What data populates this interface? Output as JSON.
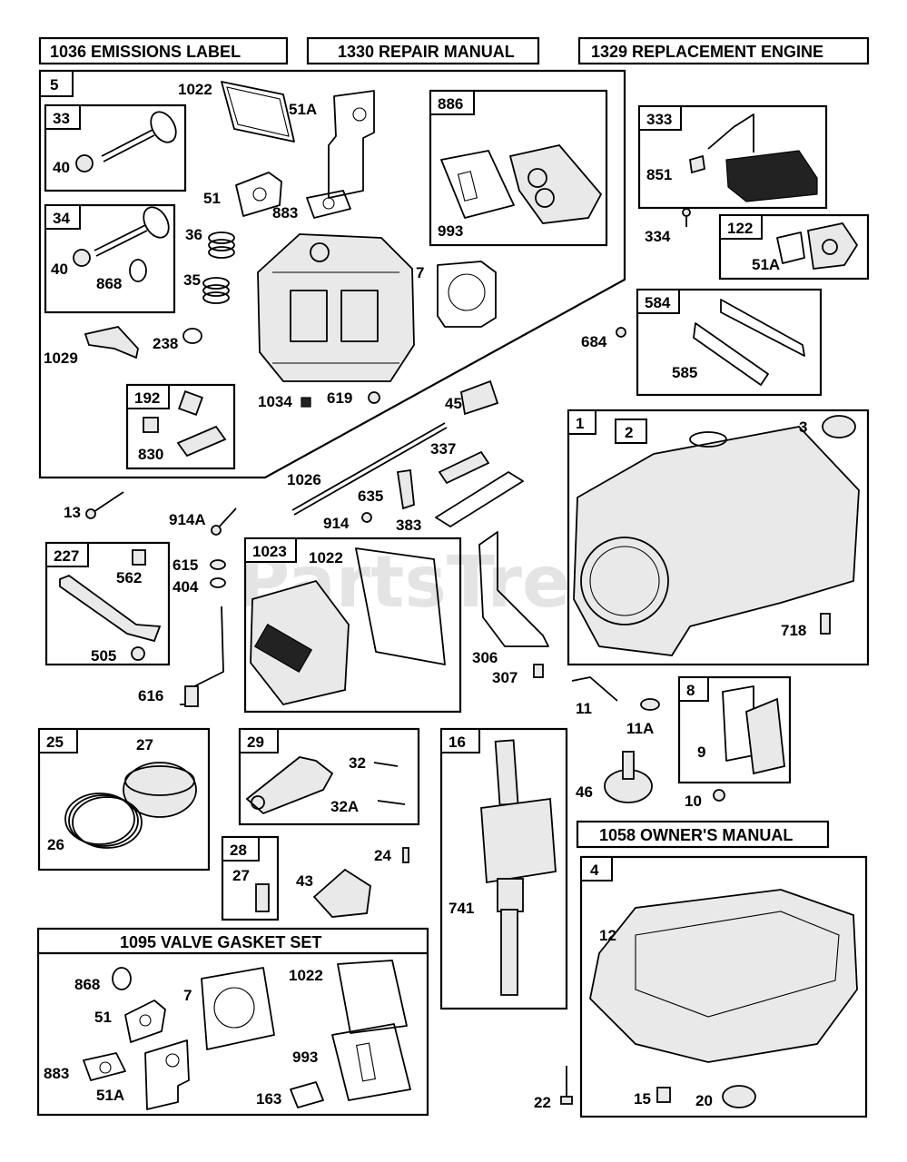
{
  "headers": {
    "emissions_label": "1036 EMISSIONS LABEL",
    "repair_manual": "1330 REPAIR MANUAL",
    "replacement_engine": "1329 REPLACEMENT ENGINE",
    "owners_manual": "1058 OWNER'S MANUAL",
    "valve_gasket_set": "1095 VALVE GASKET SET"
  },
  "watermark": "PartsTree",
  "groups": {
    "g5": "5",
    "g33": "33",
    "g34": "34",
    "g192": "192",
    "g886": "886",
    "g333": "333",
    "g122": "122",
    "g584": "584",
    "g1": "1",
    "g2": "2",
    "g227": "227",
    "g1023": "1023",
    "g8": "8",
    "g25": "25",
    "g29": "29",
    "g16": "16",
    "g28": "28",
    "g4": "4"
  },
  "parts": {
    "p1022a": "1022",
    "p51Aa": "51A",
    "p40a": "40",
    "p51a": "51",
    "p883a": "883",
    "p993a": "993",
    "p36": "36",
    "p40b": "40",
    "p868a": "868",
    "p35": "35",
    "p7a": "7",
    "p238": "238",
    "p1029": "1029",
    "p1034": "1034",
    "p619": "619",
    "p830": "830",
    "p851": "851",
    "p334": "334",
    "p51Ab": "51A",
    "p684": "684",
    "p585": "585",
    "p3": "3",
    "p718": "718",
    "p45": "45",
    "p337": "337",
    "p1026": "1026",
    "p635": "635",
    "p914": "914",
    "p383": "383",
    "p13": "13",
    "p914A": "914A",
    "p615": "615",
    "p404": "404",
    "p562": "562",
    "p505": "505",
    "p616": "616",
    "p1022b": "1022",
    "p306": "306",
    "p307": "307",
    "p11": "11",
    "p11A": "11A",
    "p9": "9",
    "p10": "10",
    "p46": "46",
    "p27a": "27",
    "p26": "26",
    "p32": "32",
    "p32A": "32A",
    "p24": "24",
    "p43": "43",
    "p27b": "27",
    "p741": "741",
    "p12": "12",
    "p868b": "868",
    "p51b": "51",
    "p883b": "883",
    "p51Ac": "51A",
    "p7b": "7",
    "p1022c": "1022",
    "p993b": "993",
    "p163": "163",
    "p22": "22",
    "p15": "15",
    "p20": "20"
  }
}
